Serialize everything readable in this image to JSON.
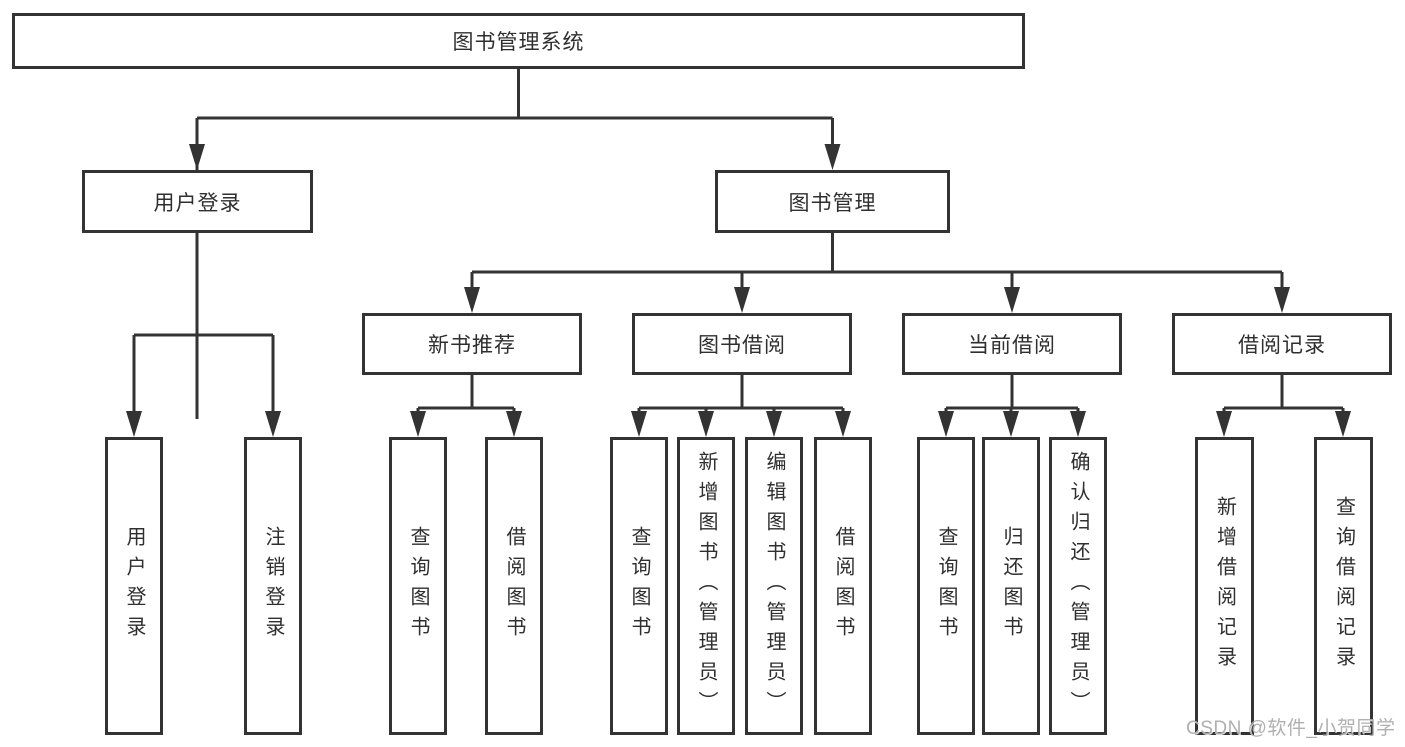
{
  "diagram": {
    "watermark": "CSDN @软件_小贺同学",
    "colors": {
      "line": "#333333",
      "border": "#333333",
      "text": "#2f2f2f",
      "background": "#ffffff",
      "watermark": "#acacac"
    },
    "tree": {
      "label": "图书管理系统",
      "children": [
        {
          "label": "用户登录",
          "children": [
            {
              "label": "用户登录"
            },
            {
              "label": "注销登录"
            }
          ]
        },
        {
          "label": "图书管理",
          "children": [
            {
              "label": "新书推荐",
              "children": [
                {
                  "label": "查询图书"
                },
                {
                  "label": "借阅图书"
                }
              ]
            },
            {
              "label": "图书借阅",
              "children": [
                {
                  "label": "查询图书"
                },
                {
                  "label": "新增图书（管理员）"
                },
                {
                  "label": "编辑图书（管理员）"
                },
                {
                  "label": "借阅图书"
                }
              ]
            },
            {
              "label": "当前借阅",
              "children": [
                {
                  "label": "查询图书"
                },
                {
                  "label": "归还图书"
                },
                {
                  "label": "确认归还（管理员）"
                }
              ]
            },
            {
              "label": "借阅记录",
              "children": [
                {
                  "label": "新增借阅记录"
                },
                {
                  "label": "查询借阅记录"
                }
              ]
            }
          ]
        }
      ]
    }
  }
}
